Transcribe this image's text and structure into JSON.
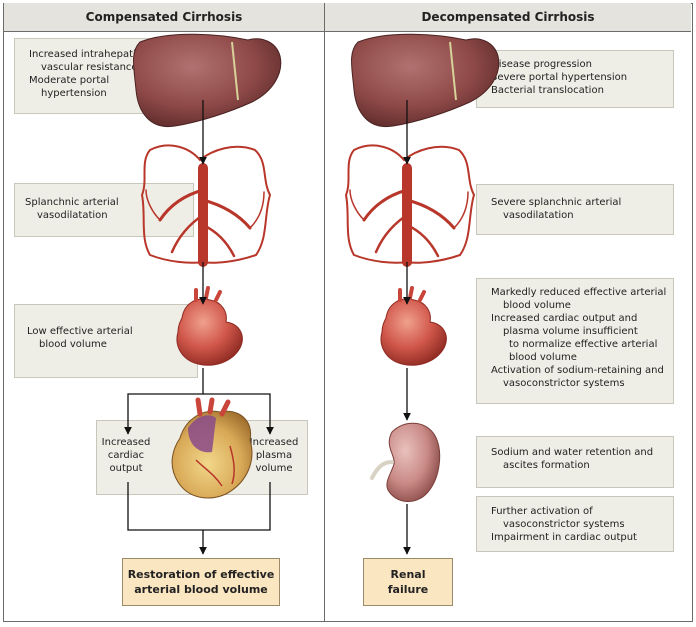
{
  "columns": {
    "left": {
      "title": "Compensated Cirrhosis"
    },
    "right": {
      "title": "Decompensated Cirrhosis"
    }
  },
  "left_boxes": {
    "liver": [
      "Increased intrahepatic",
      "vascular resistance",
      "Moderate portal",
      "hypertension"
    ],
    "splanchnic": [
      "Splanchnic arterial",
      "vasodilatation"
    ],
    "volume": [
      "Low effective arterial",
      "blood volume"
    ],
    "cardiac": [
      "Increased",
      "cardiac",
      "output"
    ],
    "plasma": [
      "Increased",
      "plasma",
      "volume"
    ],
    "result": [
      "Restoration of effective",
      "arterial blood volume"
    ]
  },
  "right_boxes": {
    "liver": [
      "Disease progression",
      "Severe portal hypertension",
      "Bacterial translocation"
    ],
    "splanchnic": [
      "Severe splanchnic arterial",
      "vasodilatation"
    ],
    "volume": [
      "Markedly reduced effective arterial",
      "blood volume",
      "Increased cardiac output and",
      "plasma volume insufficient",
      "to normalize effective arterial",
      "blood volume",
      "Activation of sodium-retaining and",
      "vasoconstrictor systems"
    ],
    "kidney": [
      "Sodium and water retention and",
      "ascites formation"
    ],
    "further": [
      "Further activation of",
      "vasoconstrictor systems",
      "Impairment in cardiac output"
    ],
    "result": [
      "Renal",
      "failure"
    ]
  },
  "colors": {
    "box_fill": "#efeee6",
    "result_fill": "#fbe6c2",
    "liver": "#8f4a48",
    "vessel": "#b8362a",
    "heart": "#c9453a",
    "kidney": "#c98a86"
  }
}
